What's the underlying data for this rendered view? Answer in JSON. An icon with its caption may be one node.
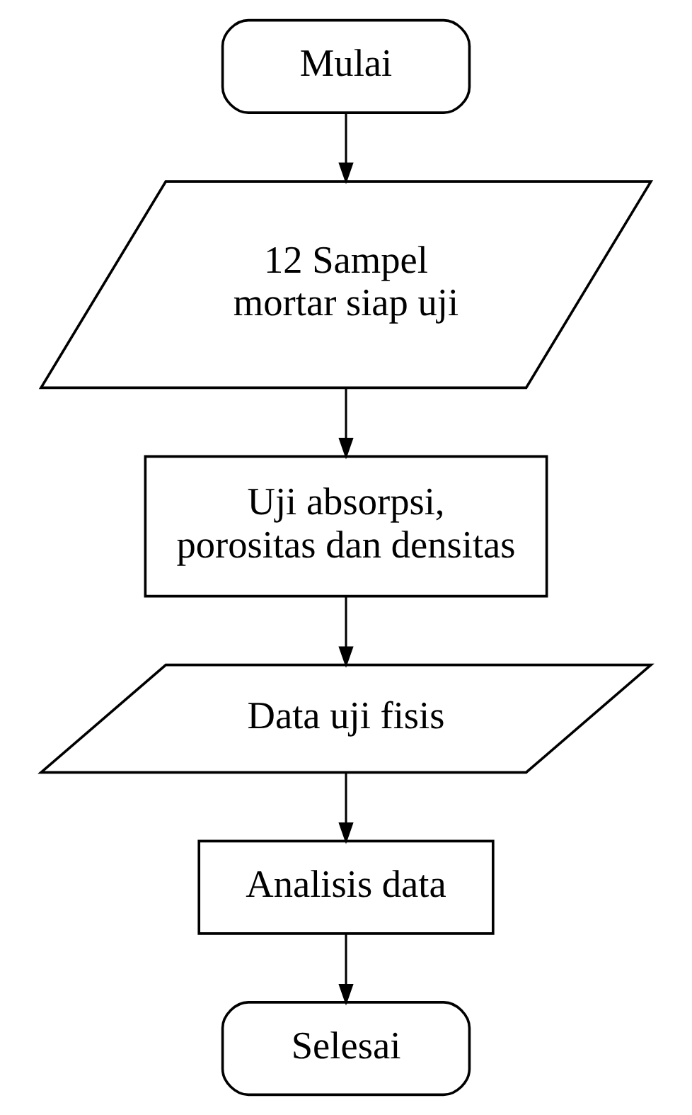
{
  "diagram": {
    "nodes": [
      {
        "text": [
          "Mulai"
        ]
      },
      {
        "text": [
          "12 Sampel mortar siap uji"
        ]
      },
      {
        "text": [
          "Uji absorpsi, porositas dan densitas"
        ]
      },
      {
        "text": [
          "Data uji fisis"
        ]
      },
      {
        "text": [
          "Analisis data"
        ]
      },
      {
        "text": [
          "Selesai"
        ]
      }
    ],
    "edges": [
      {
        "from": 0,
        "to": 1,
        "arrow": "to"
      },
      {
        "from": 1,
        "to": 2,
        "arrow": "to"
      },
      {
        "from": 2,
        "to": 3,
        "arrow": "to"
      },
      {
        "from": 3,
        "to": 4,
        "arrow": "to"
      },
      {
        "from": 4,
        "to": 5,
        "arrow": "to"
      }
    ]
  }
}
